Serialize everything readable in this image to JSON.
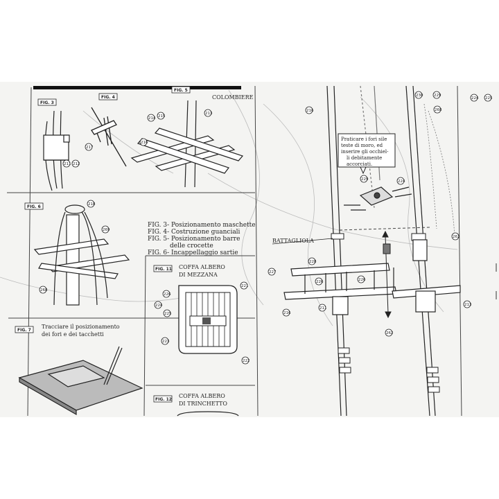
{
  "figures": {
    "fig3": "FIG. 3",
    "fig4": "FIG. 4",
    "fig5": "FIG. 5",
    "fig6": "FIG. 6",
    "fig7": "FIG. 7",
    "fig11": "FIG. 11",
    "fig12": "FIG. 12"
  },
  "labels": {
    "colombiere": "COLOMBIERE",
    "battagliola": "BATTAGLIOLA",
    "coffa_mezzana_1": "COFFA ALBERO",
    "coffa_mezzana_2": "DI MEZZANA",
    "coffa_trinchetto_1": "COFFA ALBERO",
    "coffa_trinchetto_2": "DI TRINCHETTO",
    "fig7_text_1": "Tracciare il posizionamento",
    "fig7_text_2": "dei fori e dei tacchetti",
    "note_1": "Praticare i fori sile",
    "note_2": "teste di moro, ed",
    "note_3": "inserire gli occhiel-",
    "note_4": "li debitamente",
    "note_5": "accorciati."
  },
  "legend": [
    "FIG. 3- Posizionamento maschette",
    "FIG. 4- Costruzione guanciali",
    "FIG. 5- Posizionamento barre",
    "delle crocette",
    "FIG. 6- Incappellaggio sartie"
  ],
  "numbers": {
    "n212": "212",
    "n211": "211",
    "n213": "213",
    "n214": "214",
    "n215": "215",
    "n216": "216",
    "n217": "217",
    "n218": "218",
    "n219": "219",
    "n220": "220",
    "n221": "221",
    "n222": "222",
    "n223": "223",
    "n224": "224",
    "n225": "225",
    "n226": "226",
    "n227": "227",
    "n228": "228",
    "n229": "229",
    "n230": "230",
    "n257": "257",
    "n261": "261",
    "n262": "262",
    "n263": "263",
    "n268": "268",
    "n269": "269",
    "n270": "270"
  }
}
